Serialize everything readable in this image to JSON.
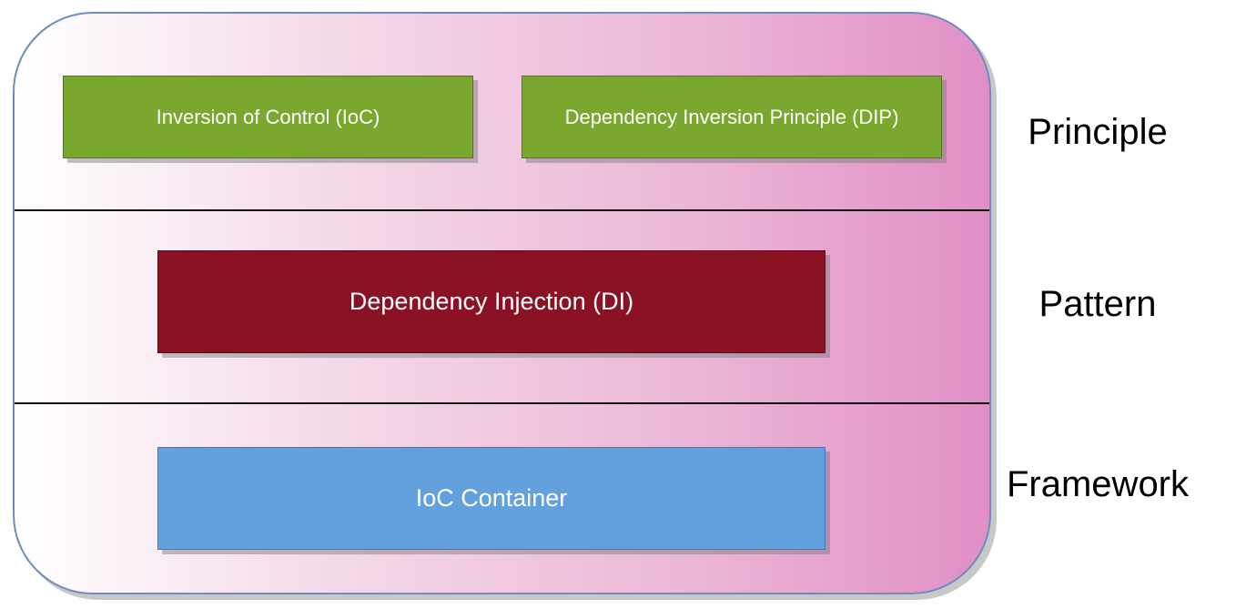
{
  "layers": {
    "principle": {
      "label": "Principle",
      "boxes": [
        "Inversion of Control (IoC)",
        "Dependency Inversion Principle (DIP)"
      ],
      "color": "#7aa82f"
    },
    "pattern": {
      "label": "Pattern",
      "boxes": [
        "Dependency Injection (DI)"
      ],
      "color": "#8a1224"
    },
    "framework": {
      "label": "Framework",
      "boxes": [
        "IoC Container"
      ],
      "color": "#62a1de"
    }
  },
  "container": {
    "gradient_start": "#ffffff",
    "gradient_end": "#e08fc6",
    "border_color": "#6c8ebf"
  }
}
